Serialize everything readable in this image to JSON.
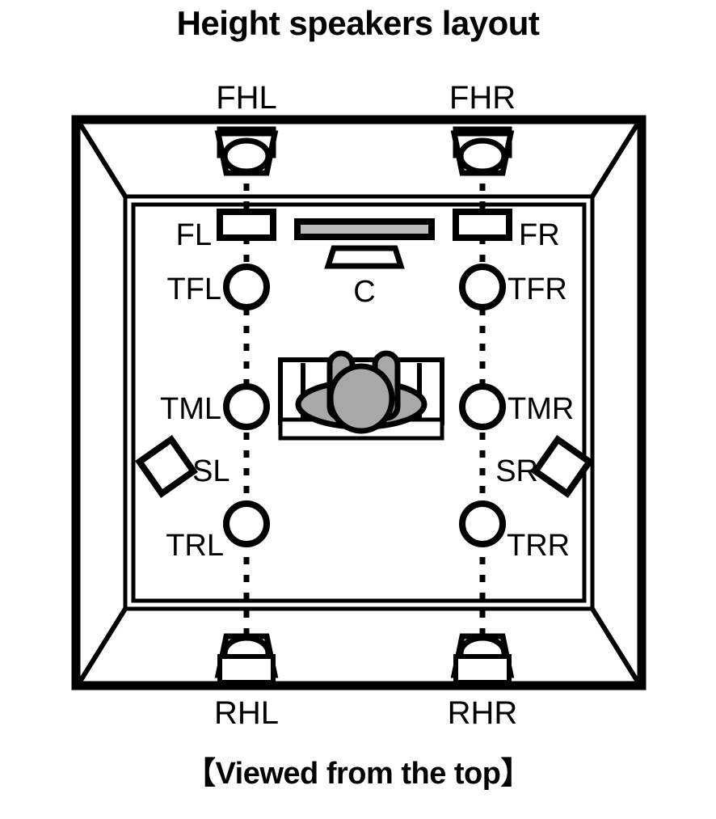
{
  "title": "Height speakers layout",
  "caption": "【Viewed from the top】",
  "colors": {
    "stroke": "#000000",
    "background": "#ffffff",
    "screen_fill": "#bcbcbc",
    "person_fill": "#a8a8a8"
  },
  "labels": {
    "fhl": "FHL",
    "fhr": "FHR",
    "fl": "FL",
    "fr": "FR",
    "tfl": "TFL",
    "tfr": "TFR",
    "c": "C",
    "tml": "TML",
    "tmr": "TMR",
    "sl": "SL",
    "sr": "SR",
    "trl": "TRL",
    "trr": "TRR",
    "rhl": "RHL",
    "rhr": "RHR"
  },
  "speakers": [
    {
      "id": "fhl",
      "label": "FHL",
      "type": "ceiling-front-height",
      "side": "left",
      "position": "front-ceiling"
    },
    {
      "id": "fhr",
      "label": "FHR",
      "type": "ceiling-front-height",
      "side": "right",
      "position": "front-ceiling"
    },
    {
      "id": "fl",
      "label": "FL",
      "type": "front-floor",
      "side": "left",
      "position": "front-wall"
    },
    {
      "id": "fr",
      "label": "FR",
      "type": "front-floor",
      "side": "right",
      "position": "front-wall"
    },
    {
      "id": "c",
      "label": "C",
      "type": "center-floor",
      "side": "center",
      "position": "front-wall"
    },
    {
      "id": "tfl",
      "label": "TFL",
      "type": "top-front",
      "side": "left",
      "position": "ceiling"
    },
    {
      "id": "tfr",
      "label": "TFR",
      "type": "top-front",
      "side": "right",
      "position": "ceiling"
    },
    {
      "id": "tml",
      "label": "TML",
      "type": "top-middle",
      "side": "left",
      "position": "ceiling"
    },
    {
      "id": "tmr",
      "label": "TMR",
      "type": "top-middle",
      "side": "right",
      "position": "ceiling"
    },
    {
      "id": "sl",
      "label": "SL",
      "type": "surround",
      "side": "left",
      "position": "side-wall"
    },
    {
      "id": "sr",
      "label": "SR",
      "type": "surround",
      "side": "right",
      "position": "side-wall"
    },
    {
      "id": "trl",
      "label": "TRL",
      "type": "top-rear",
      "side": "left",
      "position": "ceiling"
    },
    {
      "id": "trr",
      "label": "TRR",
      "type": "top-rear",
      "side": "right",
      "position": "ceiling"
    },
    {
      "id": "rhl",
      "label": "RHL",
      "type": "ceiling-rear-height",
      "side": "left",
      "position": "rear-ceiling"
    },
    {
      "id": "rhr",
      "label": "RHR",
      "type": "ceiling-rear-height",
      "side": "right",
      "position": "rear-ceiling"
    }
  ]
}
